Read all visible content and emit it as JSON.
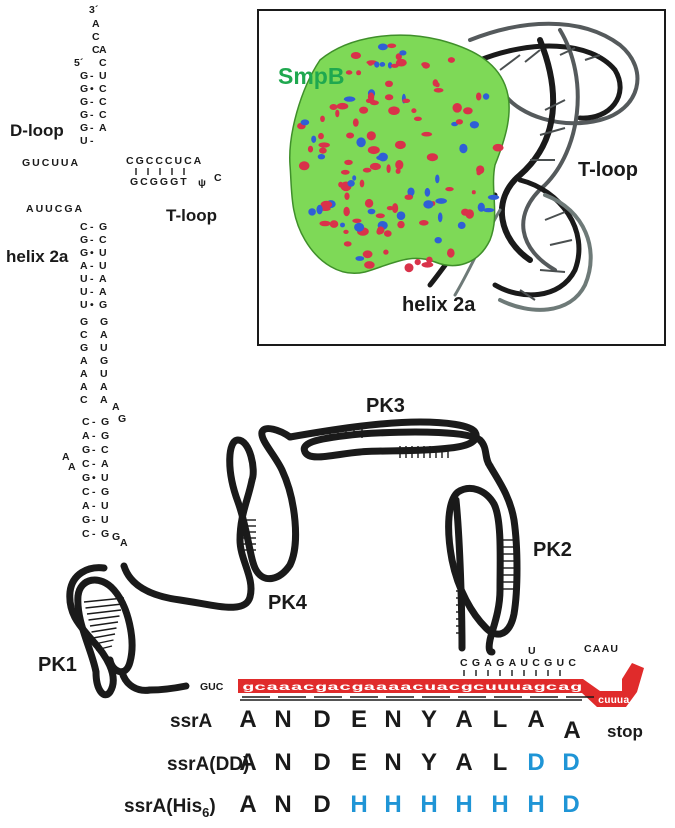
{
  "trna": {
    "three_prime": "3´",
    "five_prime": "5´",
    "acceptor_top": [
      "A",
      "C",
      "C"
    ],
    "acceptor_left": [
      "G",
      "G",
      "G",
      "G",
      "G",
      "U"
    ],
    "acceptor_right": [
      "A",
      "C",
      "U",
      "C",
      "C",
      "C",
      "A"
    ],
    "acceptor_pairs": [
      "-",
      "•",
      "-",
      "-",
      "-",
      "-"
    ],
    "d_loop_label": "D-loop",
    "d_loop_seq": "GUCUUA",
    "d_loop_lower": "AUUCGA",
    "t_stem_top": "CGCCCUCA",
    "t_stem_bottom": "GCGGGT",
    "psi": "ψ",
    "t_loop_c": "C",
    "t_loop_label": "T-loop",
    "helix_label": "helix 2a",
    "helix_left": [
      "C",
      "G",
      "G",
      "A",
      "U",
      "U",
      "U"
    ],
    "helix_right": [
      "G",
      "C",
      "U",
      "U",
      "A",
      "A",
      "G"
    ],
    "helix_pairs": [
      "-",
      "-",
      "•",
      "-",
      "-",
      "-",
      "•"
    ],
    "loop_left": [
      "G",
      "C",
      "G",
      "A",
      "A",
      "A",
      "C"
    ],
    "loop_right": [
      "G",
      "A",
      "U",
      "G",
      "U",
      "A",
      "A"
    ],
    "lower_left": [
      "C",
      "A",
      "G",
      "C",
      "G",
      "C",
      "A",
      "G",
      "C"
    ],
    "lower_right": [
      "G",
      "G",
      "C",
      "A",
      "U",
      "G",
      "U",
      "U",
      "G"
    ],
    "lower_pairs": [
      "-",
      "-",
      "-",
      "-",
      "•",
      "-",
      "-",
      "-",
      "-"
    ],
    "bulge_a": [
      "A",
      "A"
    ],
    "bulge_g": [
      "A",
      "G"
    ],
    "bulge_ga": [
      "G",
      "A"
    ]
  },
  "inset": {
    "smpb_label": "SmpB",
    "t_loop_label": "T-loop",
    "helix_label": "helix 2a",
    "colors": {
      "surface": "#7ed957",
      "acidic": "#d9324a",
      "basic": "#2f5fd6",
      "label": "#1fa84f"
    }
  },
  "pseudoknots": {
    "pk1": "PK1",
    "pk2": "PK2",
    "pk3": "PK3",
    "pk4": "PK4"
  },
  "orf": {
    "leader": "GUC",
    "sequence": "gcaaacgacgaaaacuacgcuuuagcag",
    "stop_loop": "cuuua",
    "hairpin_stem": "CGAGAUCGUC",
    "hairpin_extra": "U",
    "hairpin_loop": "CAAU",
    "highlight_color": "#e02b2b",
    "tag_color": "#1f95d6"
  },
  "rows": [
    {
      "label": "ssrA",
      "residues": [
        "A",
        "N",
        "D",
        "E",
        "N",
        "Y",
        "A",
        "L",
        "A",
        "A"
      ],
      "blue": [],
      "note": "stop"
    },
    {
      "label": "ssrA(DD)",
      "residues": [
        "A",
        "N",
        "D",
        "E",
        "N",
        "Y",
        "A",
        "L",
        "D",
        "D"
      ],
      "blue": [
        8,
        9
      ],
      "note": ""
    },
    {
      "label": "ssrA(His",
      "label_sub": "6",
      "label_end": ")",
      "residues": [
        "A",
        "N",
        "D",
        "H",
        "H",
        "H",
        "H",
        "H",
        "H",
        "D"
      ],
      "blue": [
        3,
        4,
        5,
        6,
        7,
        8,
        9
      ],
      "note": ""
    }
  ]
}
